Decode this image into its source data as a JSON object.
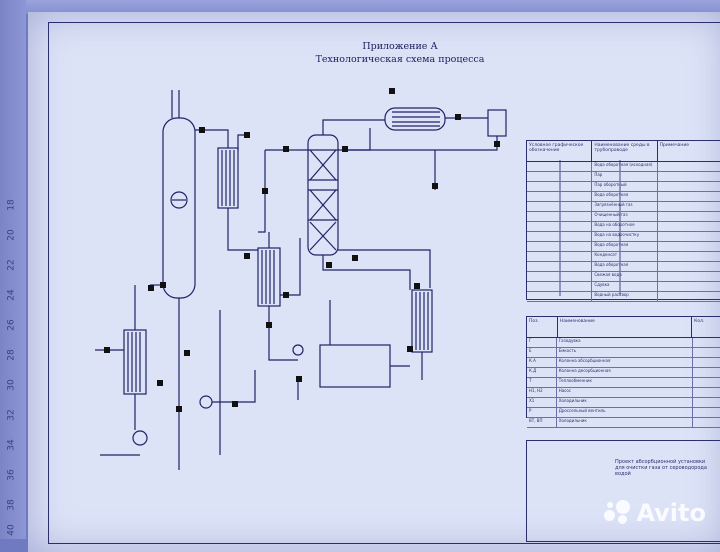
{
  "drawing": {
    "title_line1": "Приложение А",
    "title_line2": "Технологическая схема процесса"
  },
  "pipe_table": {
    "headers": [
      "Условное графическое обозначение",
      "Наименование среды в трубопроводе",
      "Примечание"
    ],
    "rows": [
      "Вода оборотная (исходная)",
      "Пар",
      "Пар оборотный",
      "Вода оборотная",
      "Загрязнённый газ",
      "Очищенный газ",
      "Вода на оборотное",
      "Вода на водоочистку",
      "Вода оборотная",
      "Конденсат",
      "Вода оборотная",
      "Свежая вода",
      "Сдувка",
      "Водный раствор"
    ]
  },
  "equip_table": {
    "headers": [
      "Поз.",
      "Наименование",
      "Кол."
    ],
    "rows": [
      {
        "pos": "Г",
        "name": "Газодувка"
      },
      {
        "pos": "Е",
        "name": "Емкость"
      },
      {
        "pos": "К.А",
        "name": "Колонна абсорбционная"
      },
      {
        "pos": "К.Д",
        "name": "Колонна десорбционная"
      },
      {
        "pos": "Т",
        "name": "Теплообменник"
      },
      {
        "pos": "Н1, Н2",
        "name": "Насос"
      },
      {
        "pos": "Х1",
        "name": "Холодильник"
      },
      {
        "pos": "Р",
        "name": "Дроссельный вентиль"
      },
      {
        "pos": "ВТ, ВП",
        "name": "Холодильник"
      }
    ]
  },
  "stamp": {
    "text": "Проект абсорбционной установки для очистки газа от сероводорода водой"
  },
  "ruler": {
    "marks": [
      "18",
      "20",
      "22",
      "24",
      "26",
      "28",
      "30",
      "32",
      "34",
      "36",
      "38",
      "40"
    ]
  },
  "watermark": {
    "brand": "Avito"
  },
  "colors": {
    "paper": "#dde3f7",
    "ink": "#2a2f6e",
    "background": "#6f7ac0"
  }
}
